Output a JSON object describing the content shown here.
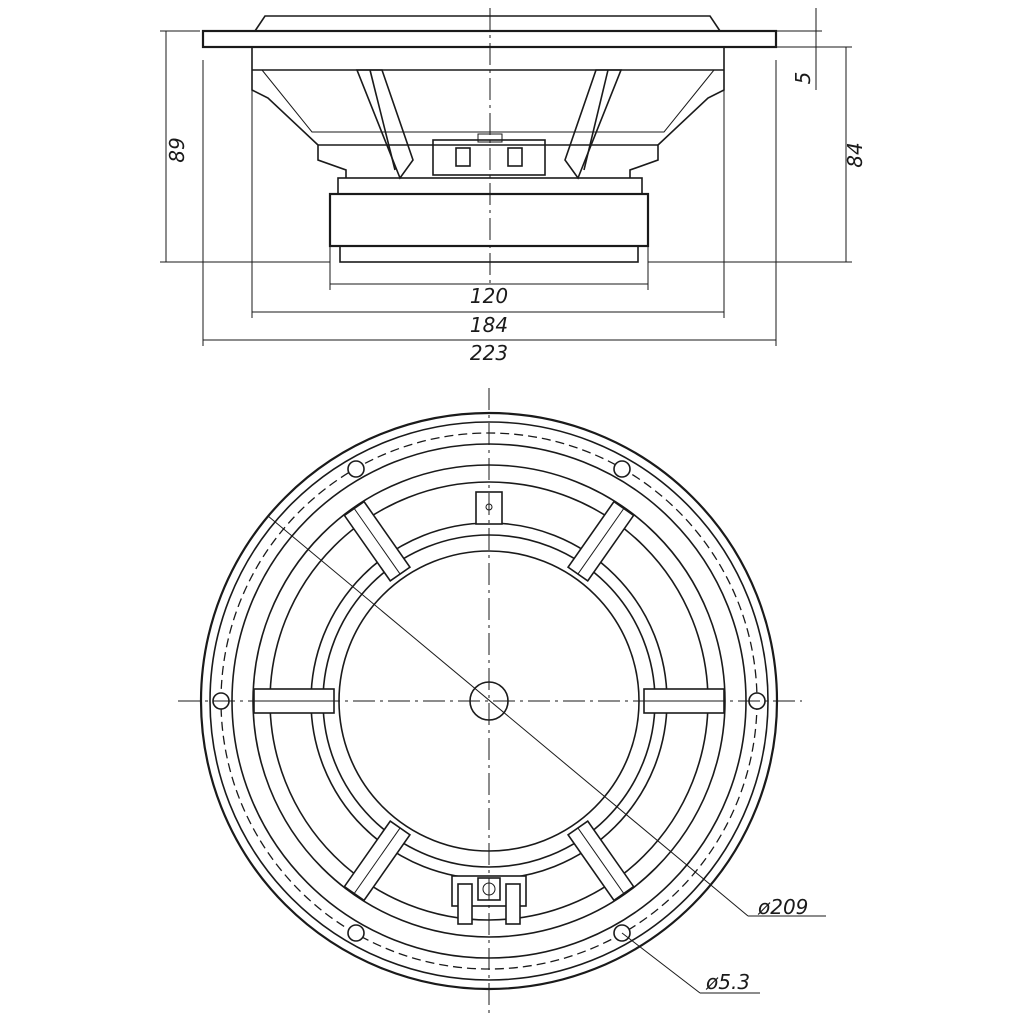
{
  "side_view": {
    "dim_mounting_depth": "89",
    "dim_total_depth": "84",
    "dim_flange": "5",
    "dim_magnet_diameter": "120",
    "dim_cone_diameter": "184",
    "dim_outer_diameter": "223"
  },
  "front_view": {
    "dim_bolt_circle": "ø209",
    "dim_hole": "ø5.3"
  }
}
